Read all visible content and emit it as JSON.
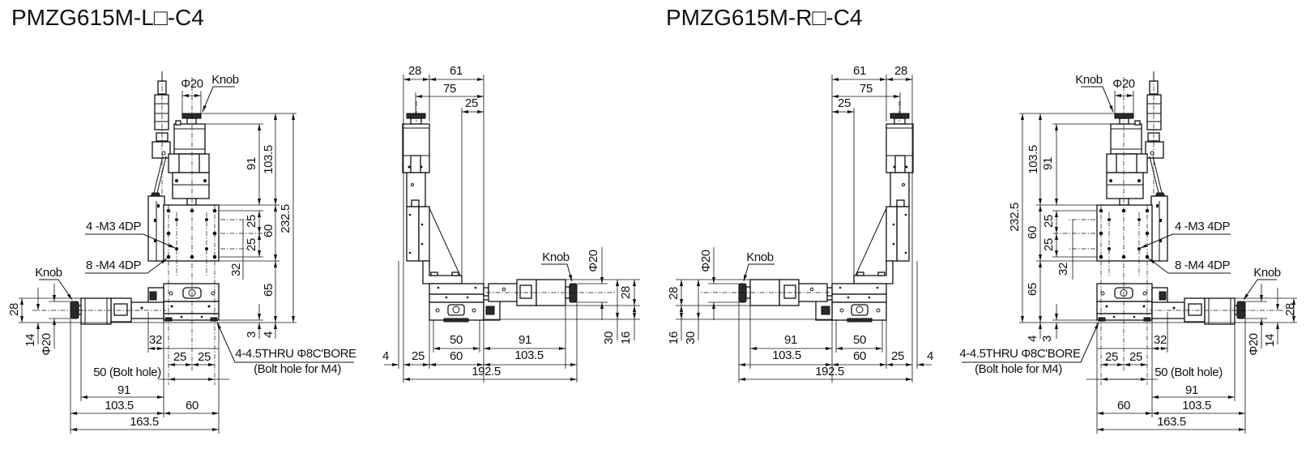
{
  "titles": {
    "left": "PMZG615M-L□-C4",
    "right": "PMZG615M-R□-C4"
  },
  "front_view": {
    "knob_label": "Knob",
    "knob_diameter": "Φ20",
    "dim_91": "91",
    "dim_103_5": "103.5",
    "dim_232_5": "232.5",
    "tap_m3": "4 -M3 4DP",
    "tap_m4": "8 -M4 4DP",
    "dim_25": "25",
    "dim_60": "60",
    "dim_32": "32",
    "dim_65": "65",
    "dim_28": "28",
    "dim_14": "14",
    "dim_3": "3",
    "dim_4": "4",
    "bolt_hole_spec": "4-4.5THRU Φ8C'BORE",
    "bolt_hole_note": "(Bolt hole for M4)",
    "dim_50_bolt": "50 (Bolt hole)",
    "dim_163_5": "163.5"
  },
  "side_view": {
    "dim_28": "28",
    "dim_61": "61",
    "dim_75": "75",
    "dim_25": "25",
    "knob_label": "Knob",
    "knob_diameter": "Φ20",
    "dim_30": "30",
    "dim_16": "16",
    "dim_50": "50",
    "dim_91": "91",
    "dim_60": "60",
    "dim_103_5": "103.5",
    "dim_4": "4",
    "dim_192_5": "192.5"
  }
}
